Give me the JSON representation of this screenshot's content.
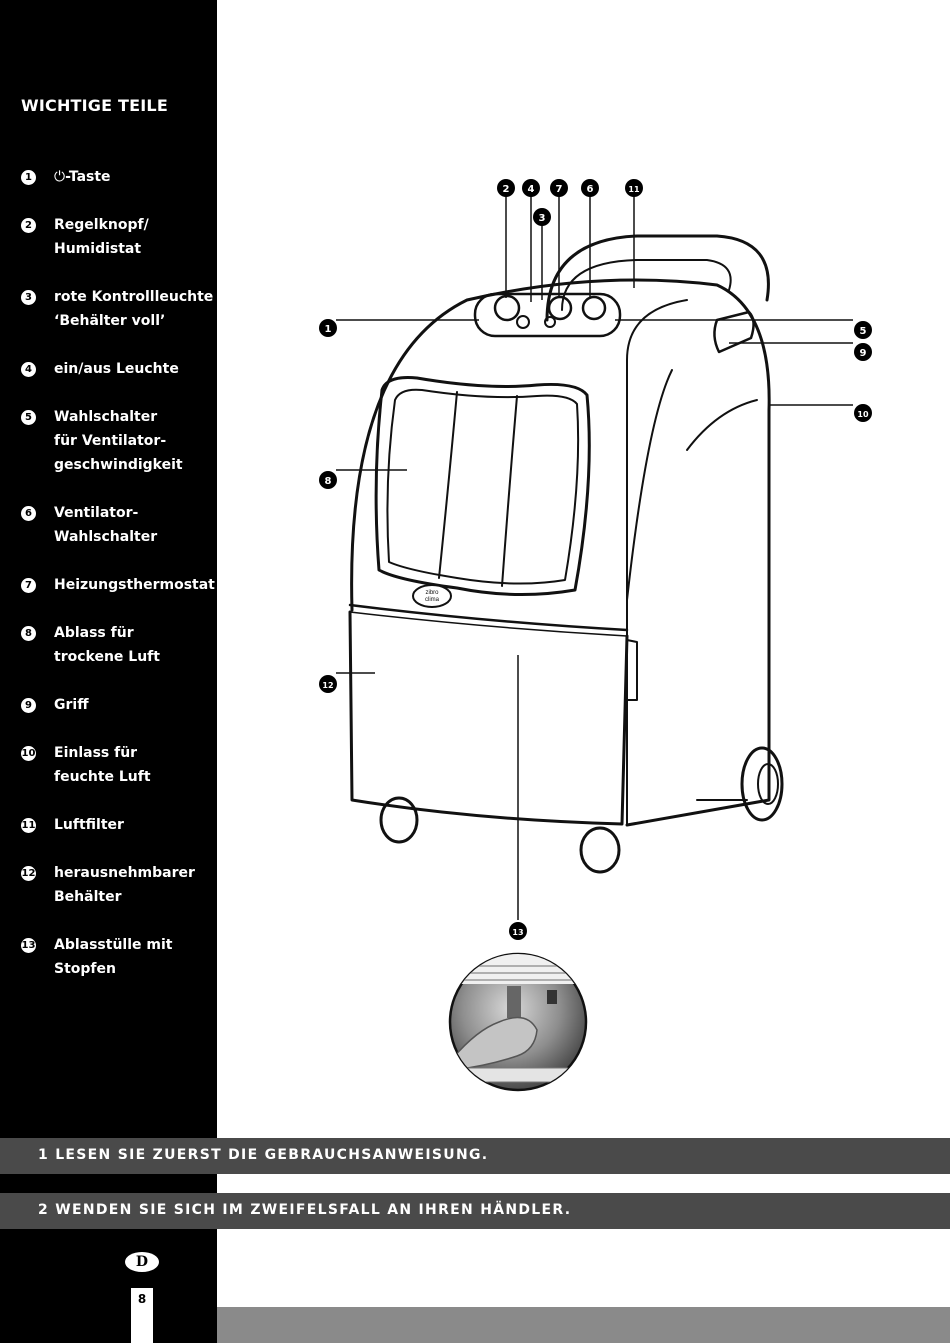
{
  "sidebar": {
    "title": "WICHTIGE TEILE",
    "items": [
      {
        "num": "1",
        "icon": "power-icon",
        "label": "-Taste"
      },
      {
        "num": "2",
        "label": "Regelknopf/ Humidistat"
      },
      {
        "num": "3",
        "label": "rote Kontrollleuchte ‘Behälter voll’"
      },
      {
        "num": "4",
        "label": "ein/aus Leuchte"
      },
      {
        "num": "5",
        "label": "Wahlschalter für Ventilator-geschwindigkeit"
      },
      {
        "num": "6",
        "label": "Ventilator-Wahlschalter"
      },
      {
        "num": "7",
        "label": "Heizungsthermostat"
      },
      {
        "num": "8",
        "label": "Ablass für trockene Luft"
      },
      {
        "num": "9",
        "label": "Griff"
      },
      {
        "num": "10",
        "label": "Einlass für feuchte Luft"
      },
      {
        "num": "11",
        "label": "Luftfilter"
      },
      {
        "num": "12",
        "label": "herausnehmbarer Behälter"
      },
      {
        "num": "13",
        "label": "Ablasstülle mit Stopfen"
      }
    ]
  },
  "figure": {
    "callouts": [
      "2",
      "4",
      "7",
      "6",
      "11",
      "3",
      "1",
      "5",
      "9",
      "10",
      "8",
      "12",
      "13"
    ],
    "logo_lines": [
      "zibro",
      "clima"
    ]
  },
  "bands": [
    "1 LESEN SIE ZUERST DIE GEBRAUCHSANWEISUNG.",
    "2 WENDEN SIE SICH IM ZWEIFELSFALL AN IHREN HÄNDLER."
  ],
  "footer": {
    "language": "D",
    "page_number": "8"
  },
  "colors": {
    "sidebar": "#000000",
    "band": "#4a4a4a",
    "footer_bar": "#8a8a8a",
    "text_on_dark": "#ffffff"
  }
}
